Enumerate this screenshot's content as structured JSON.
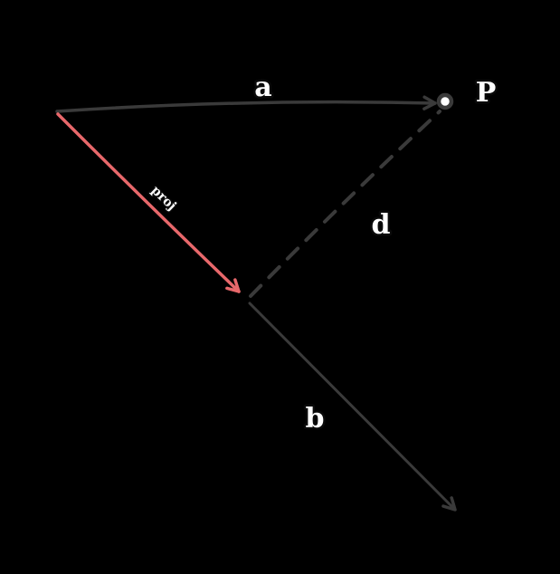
{
  "colors": {
    "background": "#000000",
    "line": "#3a3a3a",
    "accent": "#e8686b",
    "label-fill": "#ffffff",
    "label-outline": "#0a0a0a",
    "point-fill": "#ffffff"
  },
  "labels": {
    "vector_a": "a",
    "point_p": "P",
    "distance_d": "d",
    "vector_b": "b",
    "projection": "proj"
  }
}
